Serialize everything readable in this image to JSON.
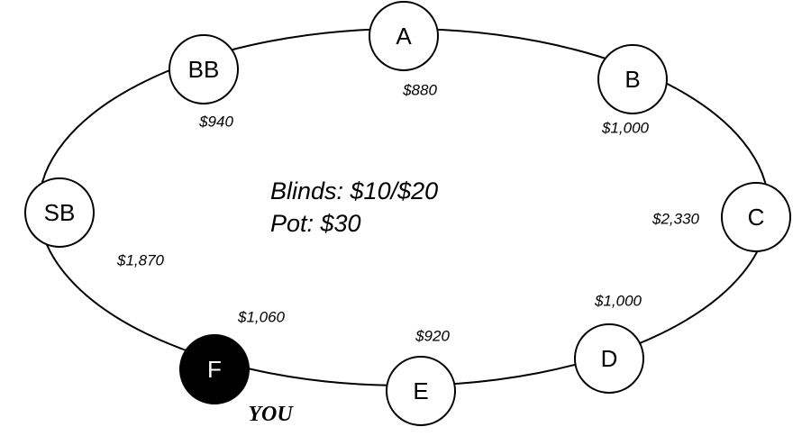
{
  "table": {
    "blinds": "Blinds: $10/$20",
    "pot": "Pot: $30",
    "seats": [
      {
        "id": "A",
        "label": "A",
        "stack": "$880"
      },
      {
        "id": "B",
        "label": "B",
        "stack": "$1,000"
      },
      {
        "id": "C",
        "label": "C",
        "stack": "$2,330"
      },
      {
        "id": "D",
        "label": "D",
        "stack": "$1,000"
      },
      {
        "id": "E",
        "label": "E",
        "stack": "$920"
      },
      {
        "id": "F",
        "label": "F",
        "stack": "$1,060",
        "tag": "YOU"
      },
      {
        "id": "SB",
        "label": "SB",
        "stack": "$1,870"
      },
      {
        "id": "BB",
        "label": "BB",
        "stack": "$940"
      }
    ]
  }
}
